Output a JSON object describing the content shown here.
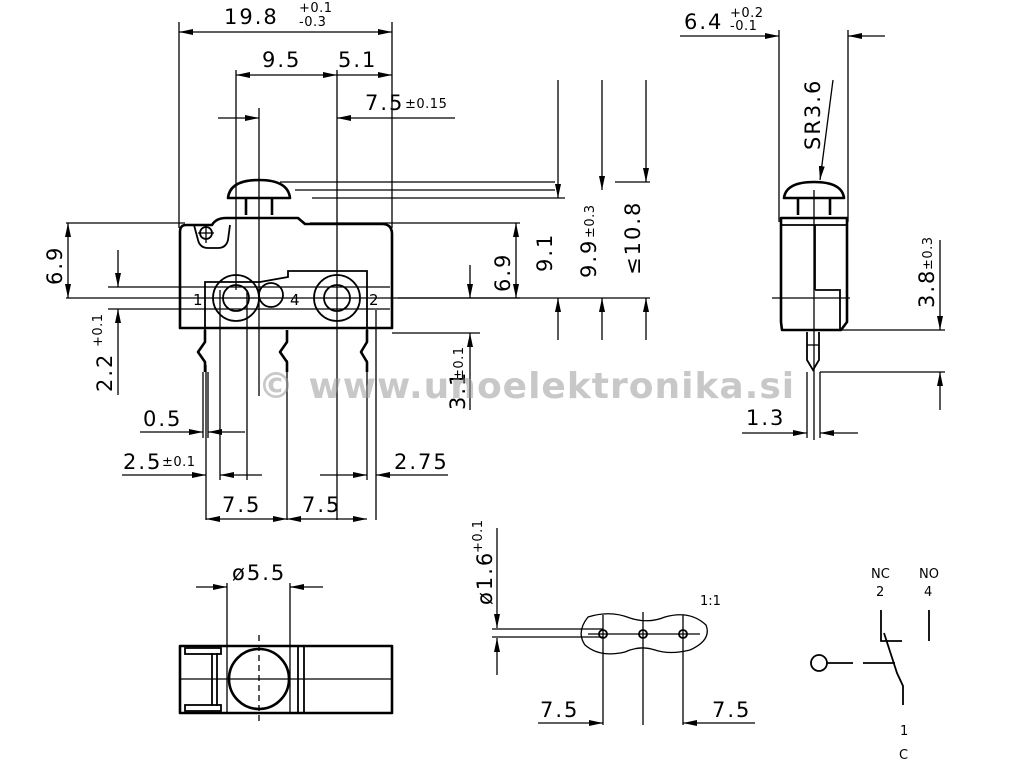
{
  "drawing": {
    "title": "Micro switch dimensional drawing",
    "watermark": "© www.unoelektronika.si",
    "front_view": {
      "overall_length": {
        "value": "19.8",
        "tol_plus": "+0.1",
        "tol_minus": "-0.3"
      },
      "actuator_offset": "9.5",
      "actuator_to_end": "5.1",
      "pin_pitch_center": {
        "value": "7.5",
        "tol": "±0.15"
      },
      "body_height": "6.9",
      "body_height_right": "6.9",
      "pin_row_offset": {
        "value": "2.2",
        "tol": "+0.1"
      },
      "pin_length": {
        "value": "3.1",
        "tol": "±0.1"
      },
      "actuator_height_1": "9.1",
      "actuator_height_2": {
        "value": "9.9",
        "tol": "±0.3"
      },
      "actuator_height_max": "≤10.8",
      "pin_width": "0.5",
      "pin_edge_offset": {
        "value": "2.5",
        "tol": "±0.1"
      },
      "pin_end_offset": "2.75",
      "pin_spacing_left": "7.5",
      "pin_spacing_right": "7.5",
      "pin_labels": [
        "1",
        "4",
        "2"
      ]
    },
    "side_view": {
      "width": {
        "value": "6.4",
        "tol_plus": "+0.2",
        "tol_minus": "-0.1"
      },
      "actuator_radius": "SR3.6",
      "pin_length": {
        "value": "3.8",
        "tol": "±0.3"
      },
      "pin_width": "1.3"
    },
    "bottom_view": {
      "hole_diameter": "ø5.5"
    },
    "pcb_layout": {
      "hole_diameter": {
        "value": "ø1.6",
        "tol": "+0.1"
      },
      "scale": "1:1",
      "spacing_left": "7.5",
      "spacing_right": "7.5"
    },
    "schematic": {
      "nc_label": "NC",
      "nc_pin": "2",
      "no_label": "NO",
      "no_pin": "4",
      "common_pin": "1",
      "common_label": "C"
    }
  }
}
